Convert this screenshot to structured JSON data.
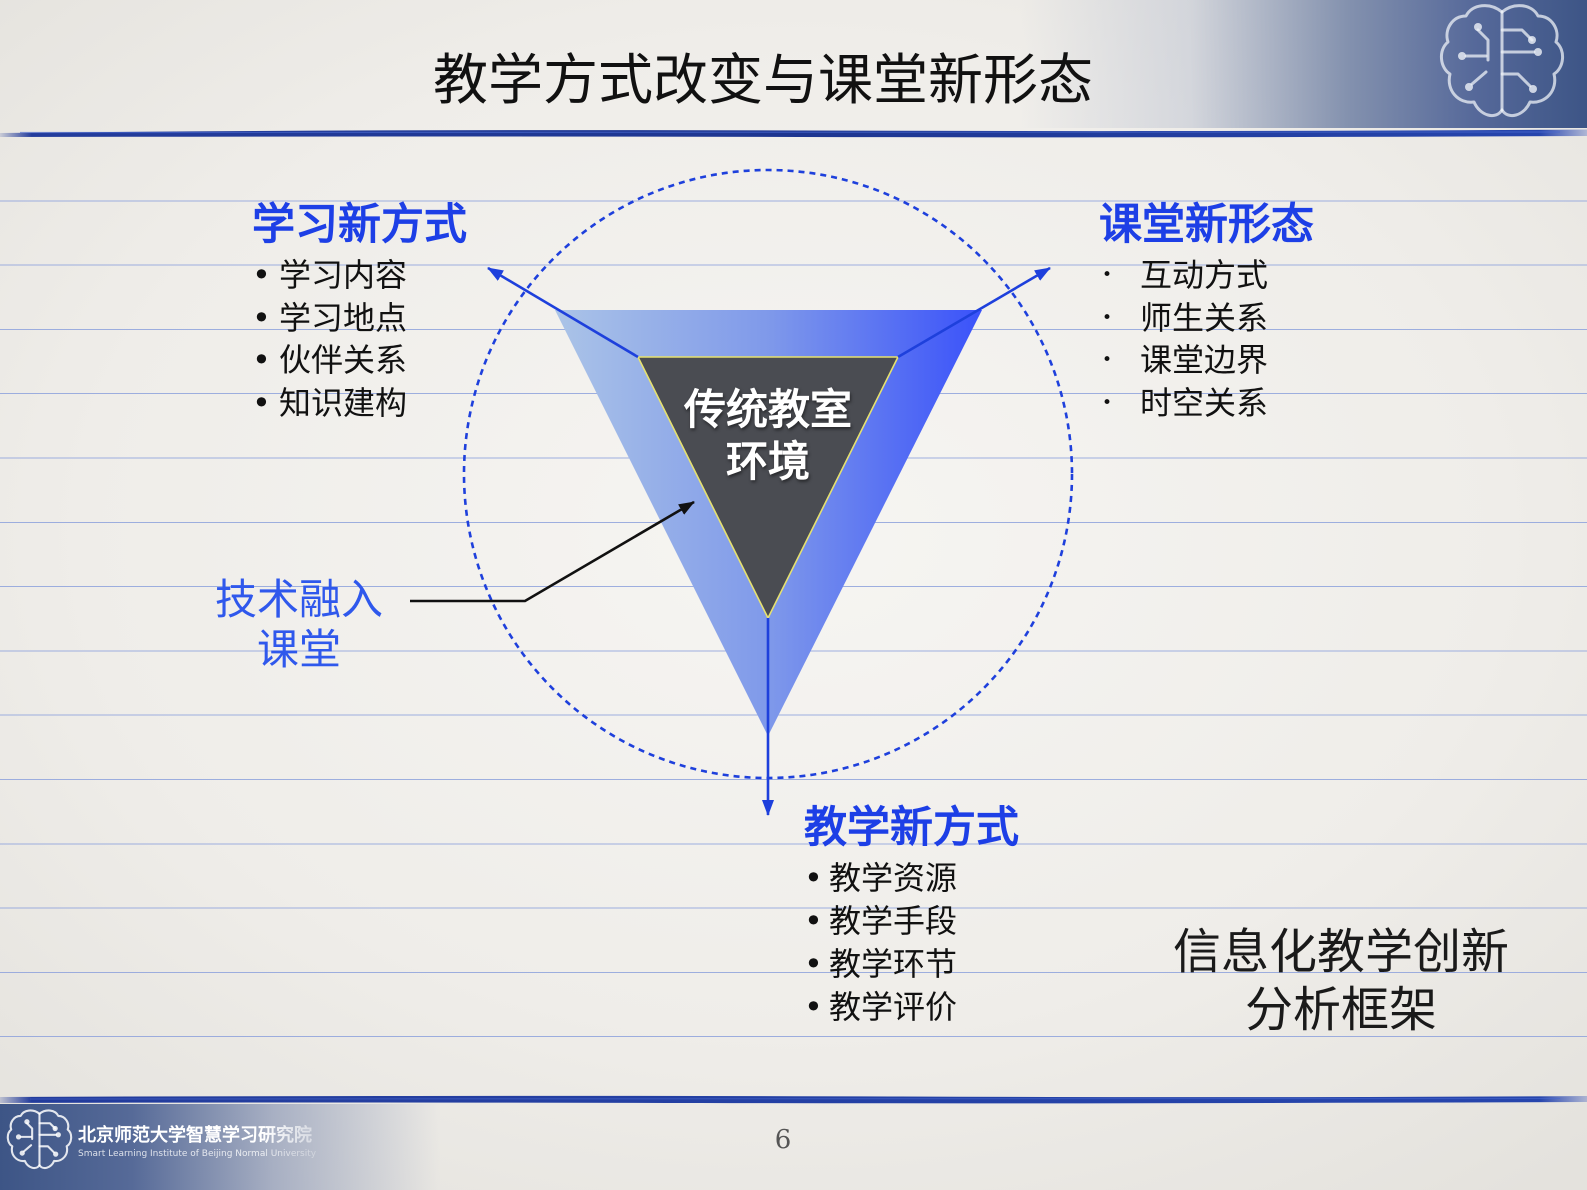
{
  "slide": {
    "title": "教学方式改变与课堂新形态",
    "page_number": "6"
  },
  "diagram": {
    "core": {
      "line1": "传统教室",
      "line2": "环境"
    },
    "technology": {
      "line1": "技术融入",
      "line2": "课堂"
    },
    "learning": {
      "heading": "学习新方式",
      "items": [
        "学习内容",
        "学习地点",
        "伙伴关系",
        "知识建构"
      ]
    },
    "classroom": {
      "heading": "课堂新形态",
      "items": [
        "互动方式",
        "师生关系",
        "课堂边界",
        "时空关系"
      ]
    },
    "teaching": {
      "heading": "教学新方式",
      "items": [
        "教学资源",
        "教学手段",
        "教学环节",
        "教学评价"
      ]
    }
  },
  "caption": {
    "line1": "信息化教学创新",
    "line2": "分析框架"
  },
  "footer": {
    "org_name_cn": "北京师范大学智慧学习研究院",
    "org_name_en": "Smart Learning Institute of Beijing Normal University"
  },
  "icons": {
    "header_logo": "brain-circuit-icon",
    "footer_logo": "brain-circuit-icon"
  },
  "colors": {
    "heading_blue": "#1d3fe6",
    "label_blue": "#2f58ec",
    "arrow_blue": "#1e40dc",
    "triangle_light": "#abc4e7",
    "triangle_mid": "#7f99ea",
    "triangle_dark": "#3a52fa",
    "core_fill": "#4a4c52",
    "core_stroke": "#e6e170",
    "rule_line": "#8ea2dc",
    "brand_navy": "#3d5586"
  }
}
